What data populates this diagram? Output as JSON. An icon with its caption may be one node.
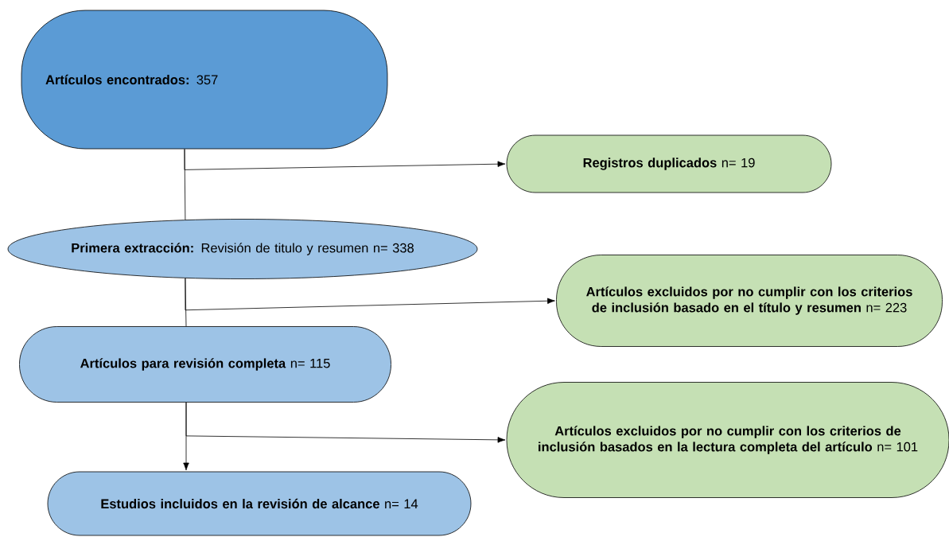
{
  "diagram": {
    "nodes": [
      {
        "text": [
          "**Artículos encontrados:** 357"
        ]
      },
      {
        "text": [
          "**Registros duplicados** n= 19"
        ]
      },
      {
        "text": [
          "**Primera extracción:** Revisión de titulo y resumen n= 338"
        ]
      },
      {
        "text": [
          "**Artículos excluidos por no cumplir con los criterios de inclusión basado en el título y resumen** n= 223"
        ]
      },
      {
        "text": [
          "**Artículos para revisión completa** n= 115"
        ]
      },
      {
        "text": [
          "**Artículos excluidos por no cumplir con los criterios de inclusión basados en la lectura completa del artículo** n= 101"
        ]
      },
      {
        "text": [
          "**Estudios incluidos en la revisión de alcance** n= 14"
        ]
      }
    ],
    "edges": [
      {
        "from": 0,
        "to": 2,
        "arrow": "none"
      },
      {
        "from": 0,
        "to": 1,
        "arrow": "to"
      },
      {
        "from": 2,
        "to": 4,
        "arrow": "none"
      },
      {
        "from": 2,
        "to": 3,
        "arrow": "to"
      },
      {
        "from": 4,
        "to": 6,
        "arrow": "to"
      },
      {
        "from": 4,
        "to": 5,
        "arrow": "to"
      }
    ]
  }
}
